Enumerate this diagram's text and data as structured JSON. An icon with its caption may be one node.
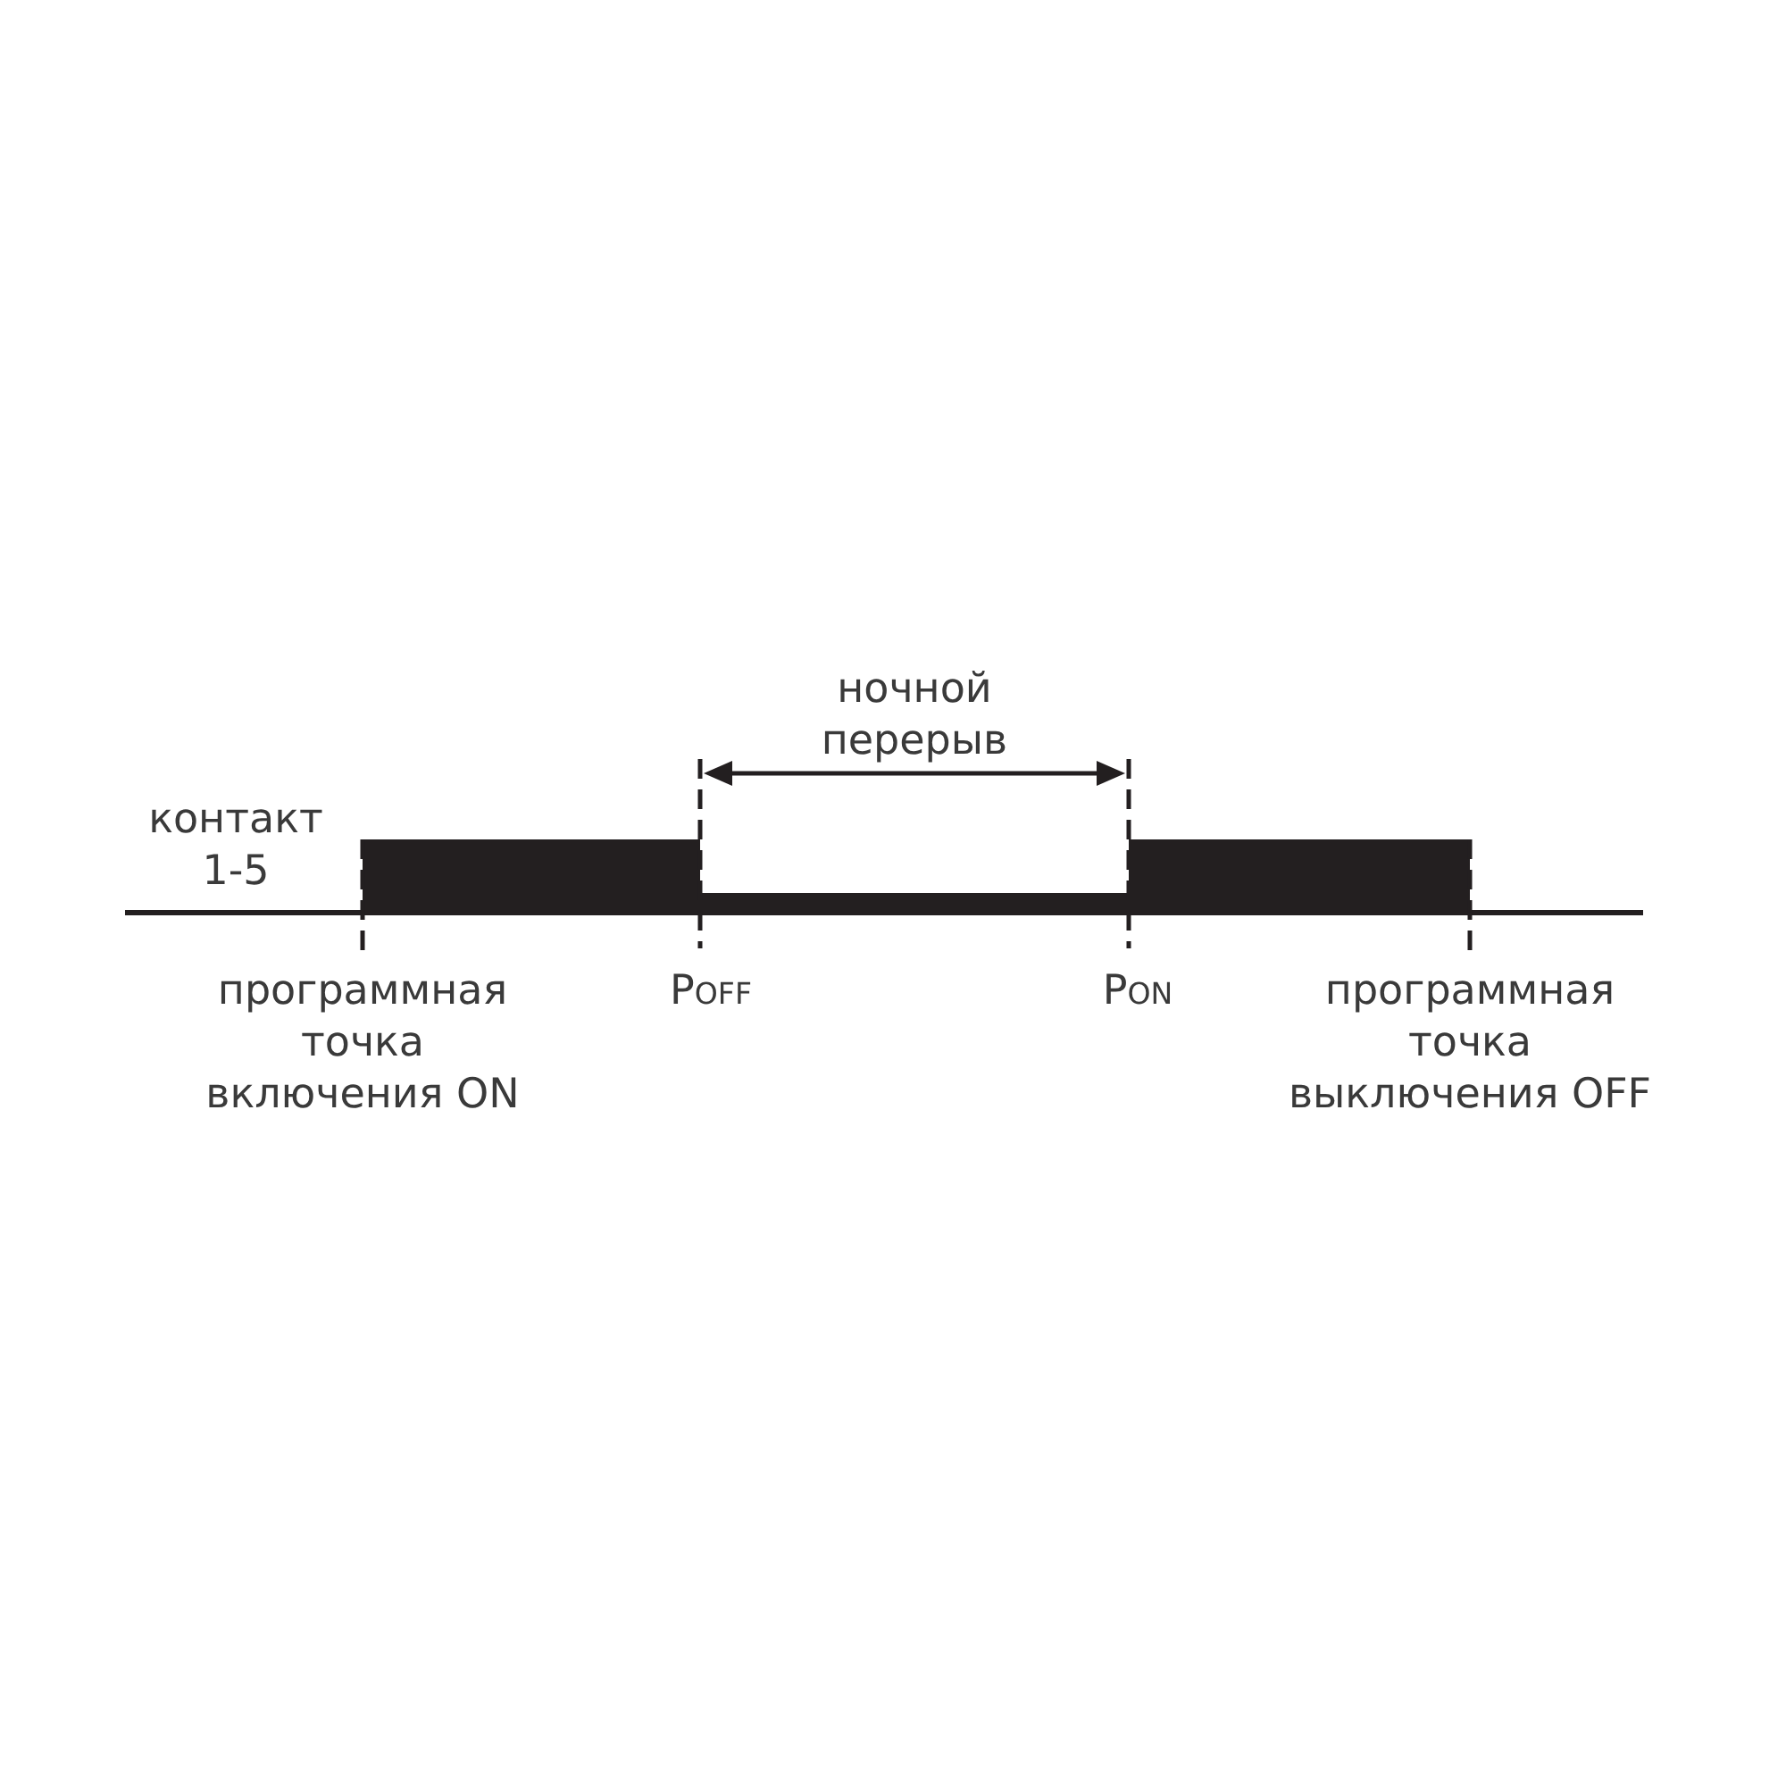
{
  "diagram": {
    "labels": [
      "ночной перерыв",
      "контакт 1-5",
      "программная точка включения ON",
      "P$_{OFF}$",
      "P$_{ON}$",
      "программная точка выключения OFF"
    ]
  }
}
